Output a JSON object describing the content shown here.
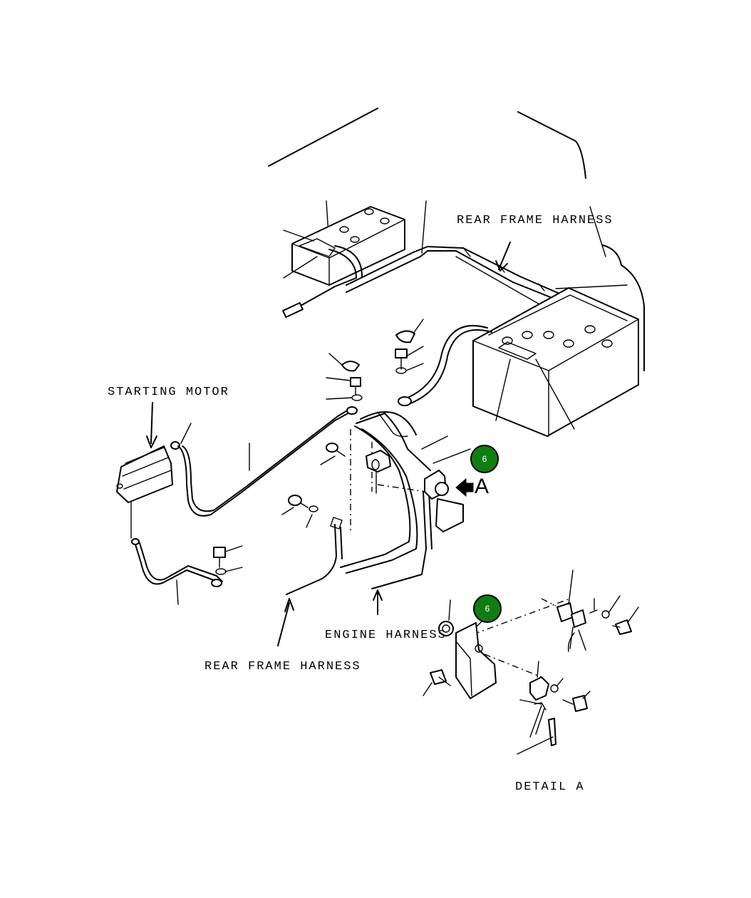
{
  "labels": {
    "rear_frame_harness_top": "REAR FRAME HARNESS",
    "starting_motor": "STARTING MOTOR",
    "engine_harness": "ENGINE HARNESS",
    "rear_frame_harness_bottom": "REAR FRAME HARNESS",
    "detail_a": "DETAIL A",
    "view_letter": "A"
  },
  "callouts": [
    {
      "number": "6",
      "color": "#0f7d11"
    },
    {
      "number": "6",
      "color": "#0f7d11"
    }
  ],
  "colors": {
    "callout_fill": "#0f7d11",
    "line": "#000000",
    "background": "#ffffff"
  }
}
